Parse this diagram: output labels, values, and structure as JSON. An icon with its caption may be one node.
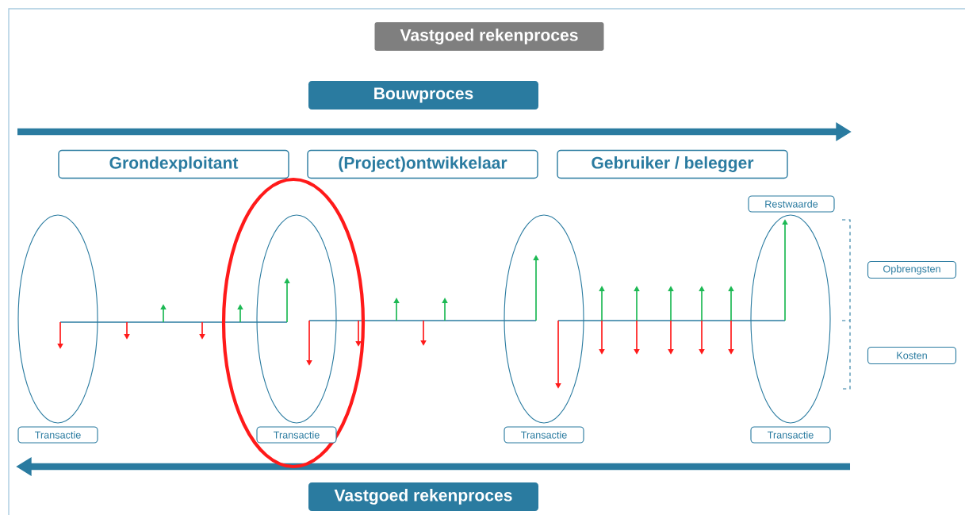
{
  "diagram": {
    "title": "Vastgoed rekenproces",
    "nodes": [
      {
        "text": [
          "Bouwproces"
        ]
      },
      {
        "text": [
          "Grondexploitant"
        ]
      },
      {
        "text": [
          "(Project)ontwikkelaar"
        ]
      },
      {
        "text": [
          "Gebruiker / belegger"
        ]
      },
      {
        "text": [
          "Restwaarde"
        ]
      },
      {
        "text": [
          "Opbrengsten"
        ]
      },
      {
        "text": [
          "Kosten"
        ]
      },
      {
        "text": [
          "Transactie"
        ]
      },
      {
        "text": [
          "Transactie"
        ]
      },
      {
        "text": [
          "Transactie"
        ]
      },
      {
        "text": [
          "Transactie"
        ]
      },
      {
        "text": [
          "Vastgoed rekenproces"
        ]
      },
      {
        "text": [],
        "shape": "ellipse"
      },
      {
        "text": [],
        "shape": "ellipse"
      },
      {
        "text": [],
        "shape": "ellipse"
      },
      {
        "text": [],
        "shape": "ellipse"
      }
    ]
  }
}
